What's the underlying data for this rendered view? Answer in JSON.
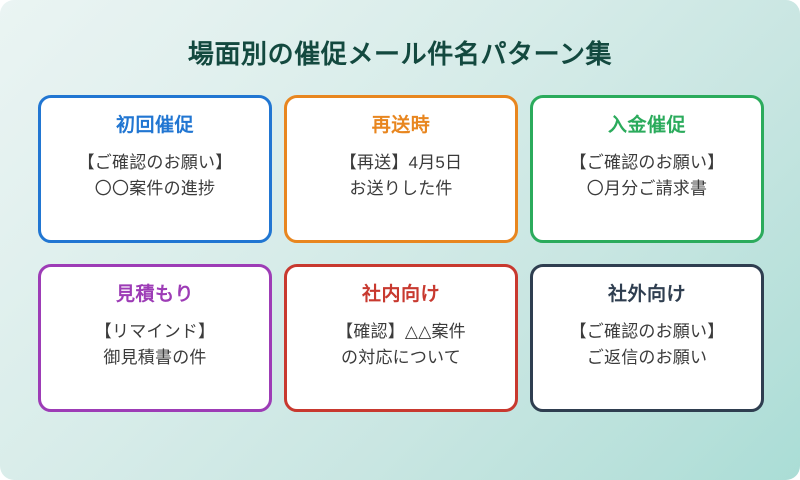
{
  "page": {
    "title": "場面別の催促メール件名パターン集",
    "title_color": "#13493f",
    "background_from": "#eaf4f3",
    "background_to": "#aaddd6"
  },
  "cards": [
    {
      "id": "first-reminder",
      "heading": "初回催促",
      "line1": "【ご確認のお願い】",
      "line2": "〇〇案件の進捗",
      "accent": "#2176d2"
    },
    {
      "id": "resend",
      "heading": "再送時",
      "line1": "【再送】4月5日",
      "line2": "お送りした件",
      "accent": "#e8861f"
    },
    {
      "id": "payment-reminder",
      "heading": "入金催促",
      "line1": "【ご確認のお願い】",
      "line2": "〇月分ご請求書",
      "accent": "#2bab5c"
    },
    {
      "id": "quotation",
      "heading": "見積もり",
      "line1": "【リマインド】",
      "line2": "御見積書の件",
      "accent": "#9d3cb6"
    },
    {
      "id": "internal",
      "heading": "社内向け",
      "line1": "【確認】△△案件",
      "line2": "の対応について",
      "accent": "#c8392f"
    },
    {
      "id": "external",
      "heading": "社外向け",
      "line1": "【ご確認のお願い】",
      "line2": "ご返信のお願い",
      "accent": "#2f3e50"
    }
  ]
}
